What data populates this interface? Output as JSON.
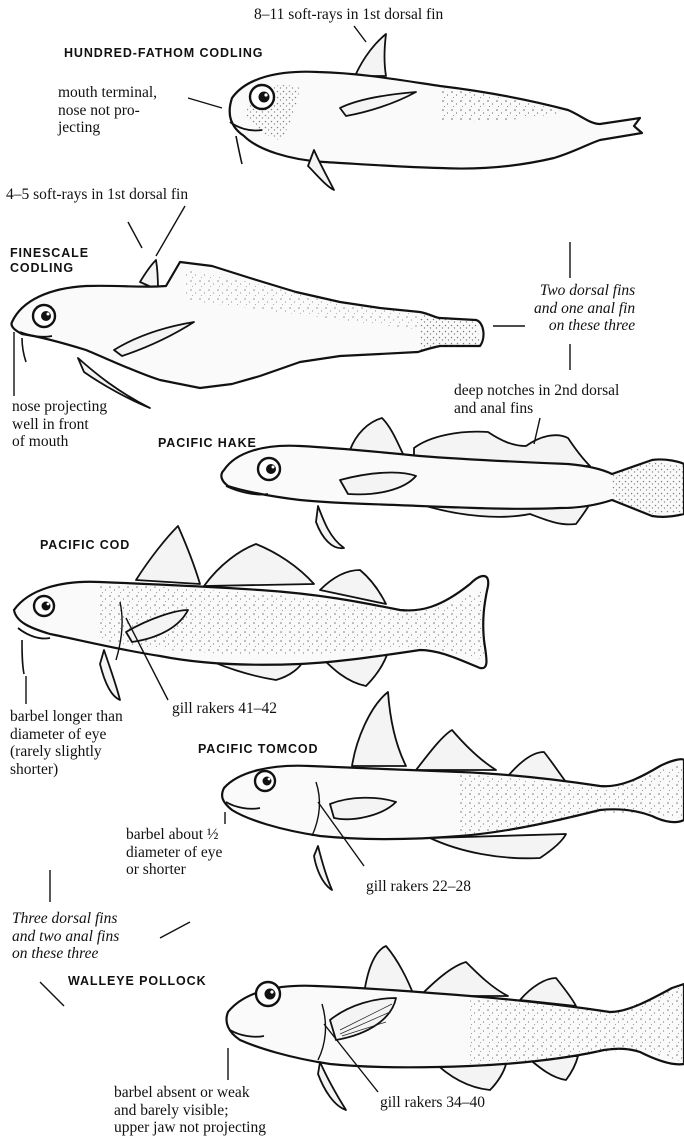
{
  "species": [
    {
      "name": "HUNDRED-FATHOM CODLING"
    },
    {
      "name_lines": [
        "FINESCALE",
        "CODLING"
      ]
    },
    {
      "name": "PACIFIC HAKE"
    },
    {
      "name": "PACIFIC COD"
    },
    {
      "name": "PACIFIC TOMCOD"
    },
    {
      "name": "WALLEYE POLLOCK"
    }
  ],
  "labels": {
    "codling_rays": "8–11 soft-rays in 1st dorsal fin",
    "codling_mouth": [
      "mouth terminal,",
      "nose not pro-",
      "jecting"
    ],
    "finescale_rays": "4–5 soft-rays in 1st dorsal fin",
    "two_dorsal": [
      "Two dorsal fins",
      "and one anal fin",
      "on these three"
    ],
    "finescale_nose": [
      "nose projecting",
      "well in front",
      "of mouth"
    ],
    "hake_notches": [
      "deep notches in 2nd dorsal",
      "and anal fins"
    ],
    "cod_barbel": [
      "barbel longer than",
      "diameter of eye",
      "(rarely slightly",
      "shorter)"
    ],
    "cod_gill": "gill rakers 41–42",
    "tomcod_barbel": [
      "barbel about ½",
      "diameter of eye",
      "or shorter"
    ],
    "tomcod_gill": "gill rakers 22–28",
    "three_dorsal": [
      "Three dorsal fins",
      "and two anal fins",
      "on these three"
    ],
    "pollock_barbel": [
      "barbel absent or weak",
      "and barely visible;",
      "upper jaw not projecting"
    ],
    "pollock_gill": "gill rakers 34–40"
  }
}
